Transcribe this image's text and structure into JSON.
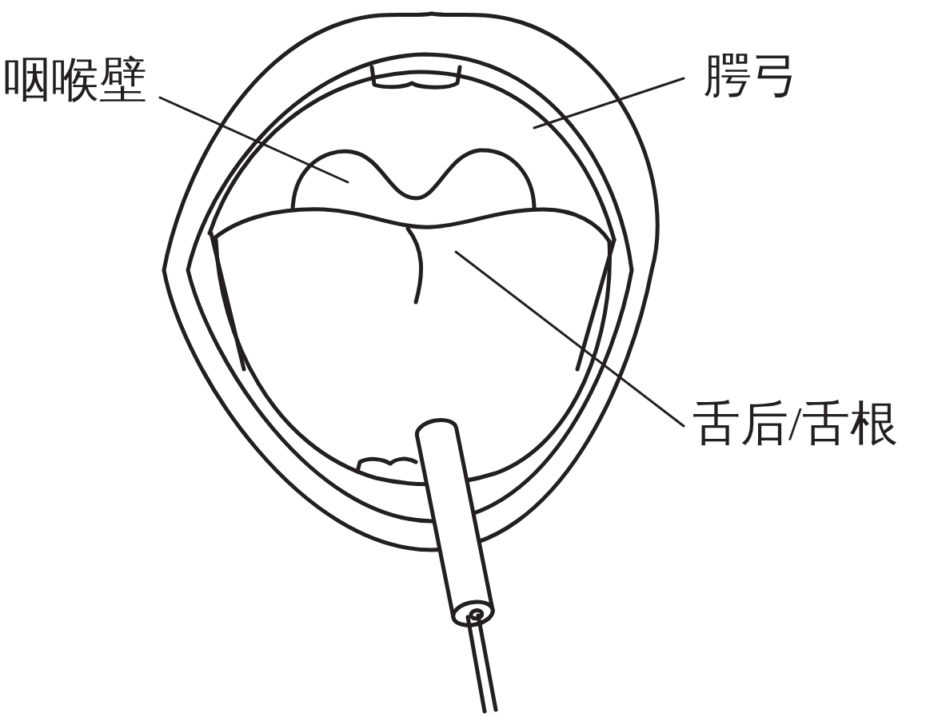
{
  "diagram": {
    "labels": [
      "咽喉壁",
      "腭弓",
      "舌后/舌根"
    ]
  }
}
